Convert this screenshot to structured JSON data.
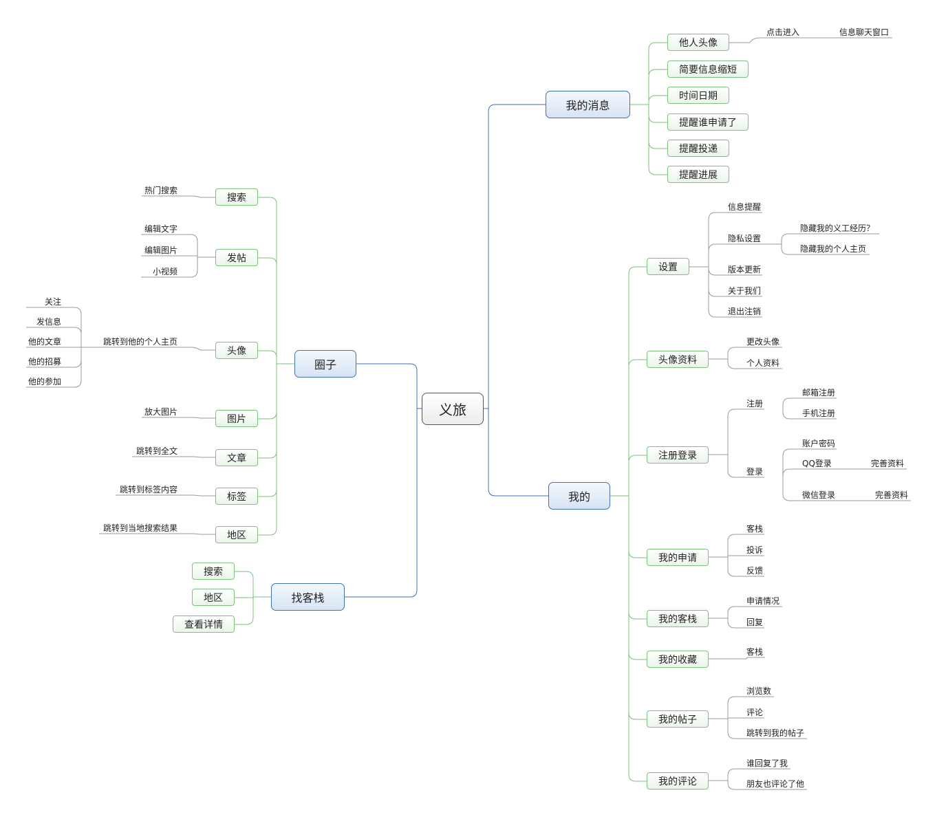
{
  "root": "义旅",
  "messages": {
    "title": "我的消息",
    "items": [
      "他人头像",
      "简要信息缩短",
      "时间日期",
      "提醒谁申请了",
      "提醒投递",
      "提醒进展"
    ],
    "avatar_sub": "点击进入",
    "avatar_sub2": "信息聊天窗口"
  },
  "circle": {
    "title": "圈子",
    "items": [
      "搜索",
      "发帖",
      "头像",
      "图片",
      "文章",
      "标签",
      "地区"
    ],
    "search_sub": "热门搜索",
    "post_subs": [
      "编辑文字",
      "编辑图片",
      "小视频"
    ],
    "avatar_sub": "跳转到他的个人主页",
    "avatar_subs2": [
      "关注",
      "发信息",
      "他的文章",
      "他的招募",
      "他的参加"
    ],
    "image_sub": "放大图片",
    "article_sub": "跳转到全文",
    "tag_sub": "跳转到标签内容",
    "region_sub": "跳转到当地搜索结果"
  },
  "inn": {
    "title": "找客栈",
    "items": [
      "搜索",
      "地区",
      "查看详情"
    ]
  },
  "mine": {
    "title": "我的",
    "items": [
      "设置",
      "头像资料",
      "注册登录",
      "我的申请",
      "我的客栈",
      "我的收藏",
      "我的帖子",
      "我的评论"
    ],
    "settings_subs": [
      "信息提醒",
      "隐私设置",
      "版本更新",
      "关于我们",
      "退出注销"
    ],
    "privacy_subs": [
      "隐藏我的义工经历？",
      "隐藏我的个人主页"
    ],
    "profile_subs": [
      "更改头像",
      "个人资料"
    ],
    "reg_subs": [
      "注册",
      "登录"
    ],
    "register_subs": [
      "邮箱注册",
      "手机注册"
    ],
    "login_subs": [
      "账户密码",
      "QQ登录",
      "微信登录"
    ],
    "qq_sub": "完善资料",
    "wechat_sub": "完善资料",
    "apply_subs": [
      "客栈",
      "投诉",
      "反馈"
    ],
    "myinn_subs": [
      "申请情况",
      "回复"
    ],
    "fav_subs": [
      "客栈"
    ],
    "post_subs": [
      "浏览数",
      "评论",
      "跳转到我的帖子"
    ],
    "comment_subs": [
      "谁回复了我",
      "朋友也评论了他"
    ]
  },
  "colors": {
    "main_line": "#3f6fb5",
    "sub_line": "#7cc27c",
    "leaf_line": "#999999"
  }
}
